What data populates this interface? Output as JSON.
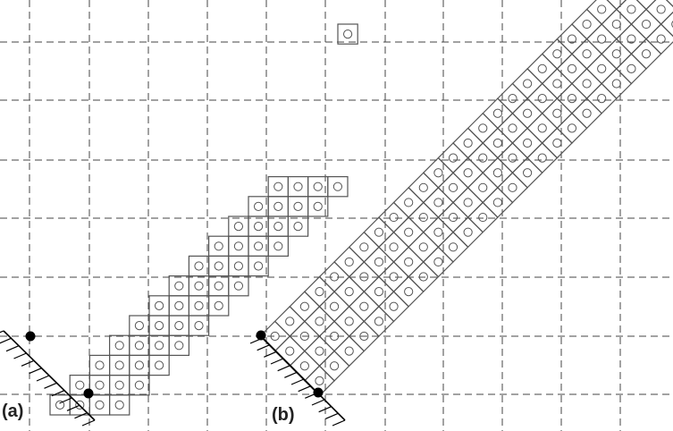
{
  "panels": [
    {
      "label": "(a)",
      "description_units": "cells",
      "model": "staircase",
      "rows": 12,
      "row_width": 4
    },
    {
      "label": "(b)",
      "model": "rotated",
      "rows": 28,
      "cols": 4,
      "angle_deg": 45
    }
  ],
  "colors": {
    "grid": "#444444",
    "cell_stroke": "#555555",
    "circle": "#555555",
    "pin": "#000000",
    "hatch": "#000000",
    "background": "#ffffff"
  }
}
